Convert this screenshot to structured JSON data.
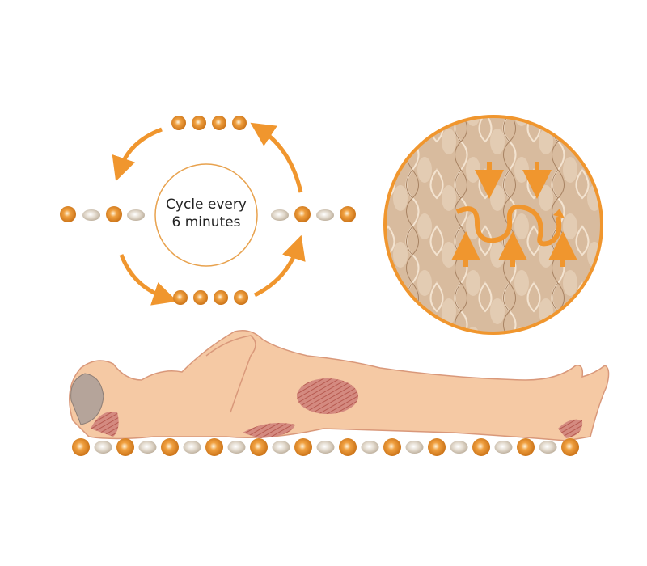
{
  "cycle_label": {
    "line1": "Cycle every",
    "line2": "6 minutes"
  },
  "colors": {
    "accent": "#F0962E",
    "cell_inflated": "#E08A2A",
    "cell_deflated": "#D9CFC2",
    "skin": "#F5C9A4",
    "pressure_zone": "#C9705E",
    "mattress": "#D8B89C"
  },
  "rows": {
    "top": [
      "inflated",
      "inflated",
      "inflated",
      "inflated"
    ],
    "left": [
      "inflated",
      "deflated",
      "inflated",
      "deflated"
    ],
    "right": [
      "deflated",
      "inflated",
      "deflated",
      "inflated"
    ],
    "bottom": [
      "inflated",
      "inflated",
      "inflated",
      "inflated"
    ]
  }
}
